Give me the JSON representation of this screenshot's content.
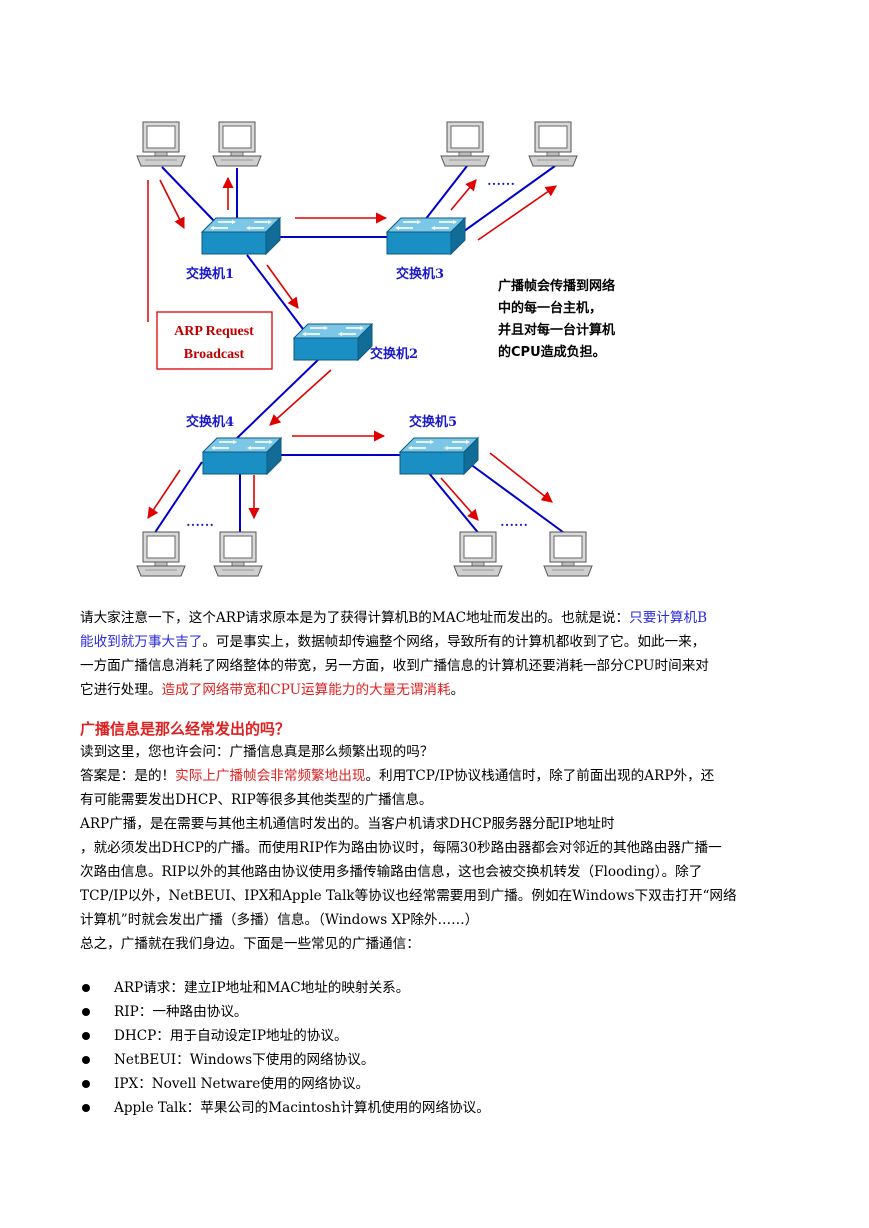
{
  "diagram": {
    "switches": {
      "s1": "交换机1",
      "s2": "交换机2",
      "s3": "交换机3",
      "s4": "交换机4",
      "s5": "交换机5"
    },
    "arp_box": {
      "line1": "ARP Request",
      "line2": "Broadcast"
    },
    "note": [
      "广播帧会传播到网络",
      "中的每一台主机，",
      "并且对每一台计算机",
      "的CPU造成负担。"
    ],
    "ellipsis": "……",
    "colors": {
      "arrow": "#e00000",
      "link": "#0000cc",
      "switch": "#1a8fc4"
    }
  },
  "para1": {
    "text_a": "请大家注意一下，这个ARP请求原本是为了获得计算机B的MAC地址而发出的。也就是说：",
    "text_b_blue_1": "只要计算机B",
    "text_c_blue_2": "能收到就万事大吉了",
    "text_d": "。可是事实上，数据帧却传遍整个网络，导致所有的计算机都收到了它。如此一来，",
    "text_e": "一方面广播信息消耗了网络整体的带宽，另一方面，收到广播信息的计算机还要消耗一部分CPU时间来对",
    "text_f": "它进行处理。",
    "text_g_red": "造成了网络带宽和CPU运算能力的大量无谓消耗",
    "text_h": "。"
  },
  "heading": "广播信息是那么经常发出的吗？",
  "body_lines": {
    "l1": "读到这里，您也许会问：广播信息真是那么频繁出现的吗？",
    "l2a": "答案是：是的！",
    "l2b_red": "实际上广播帧会非常频繁地出现",
    "l2c": "。利用TCP/IP协议栈通信时，除了前面出现的ARP外，还",
    "l3": "有可能需要发出DHCP、RIP等很多其他类型的广播信息。",
    "l4": "ARP广播，是在需要与其他主机通信时发出的。当客户机请求DHCP服务器分配IP地址时",
    "l5": "，就必须发出DHCP的广播。而使用RIP作为路由协议时，每隔30秒路由器都会对邻近的其他路由器广播一",
    "l6": "次路由信息。RIP以外的其他路由协议使用多播传输路由信息，这也会被交换机转发（Flooding）。除了",
    "l7": "TCP/IP以外，NetBEUI、IPX和Apple Talk等协议也经常需要用到广播。例如在Windows下双击打开“网络",
    "l8": "计算机”时就会发出广播（多播）信息。（Windows XP除外……）",
    "l9": "总之，广播就在我们身边。下面是一些常见的广播通信："
  },
  "bullets": [
    "ARP请求：建立IP地址和MAC地址的映射关系。",
    "RIP：一种路由协议。",
    "DHCP：用于自动设定IP地址的协议。",
    "NetBEUI：Windows下使用的网络协议。",
    "IPX：Novell Netware使用的网络协议。",
    "Apple Talk：苹果公司的Macintosh计算机使用的网络协议。"
  ]
}
